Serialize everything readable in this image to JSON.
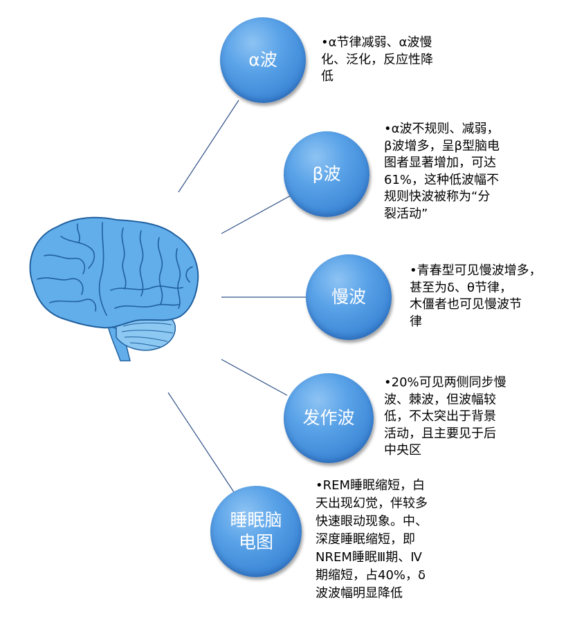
{
  "nodes": [
    {
      "label": "α波",
      "description": "•α节律减弱、α波慢\n  化、泛化，反应性降\n  低"
    },
    {
      "label": "β波",
      "description": "•α波不规则、减弱，\n  β波增多，呈β型脑电\n  图者显著增加，可达\n  61%，这种低波幅不\n  规则快波被称为“分\n  裂活动”"
    },
    {
      "label": "慢波",
      "description": "•青春型可见慢波增多，\n  甚至为δ、θ节律，\n  木僵者也可见慢波节\n  律"
    },
    {
      "label": "发作波",
      "description": "•20%可见两侧同步慢\n  波、棘波，但波幅较\n  低，不太突出于背景\n  活动，且主要见于后\n  中央区"
    },
    {
      "label": "睡眠脑电图",
      "description": "•REM睡眠缩短，白\n  天出现幻觉，伴较多\n  快速眼动现象。中、\n  深度睡眠缩短，即\n  NREM睡眠Ⅲ期、Ⅳ\n  期缩短，占40%，δ\n  波波幅明显降低"
    }
  ],
  "colors": {
    "bubble": "#3b86d6",
    "brain": "#62aeea",
    "brain_outline": "#1f5f9e",
    "connector": "#2d4f86"
  },
  "icons": {
    "center": "brain-icon"
  }
}
